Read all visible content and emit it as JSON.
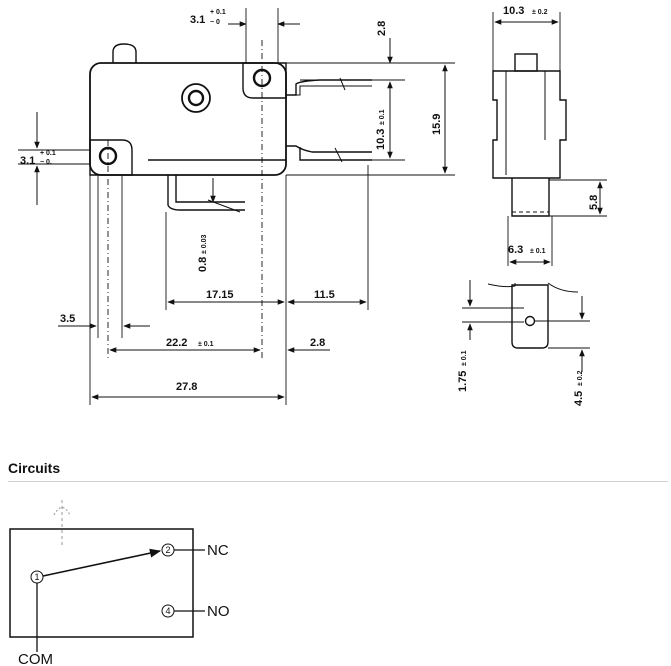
{
  "dimensions": {
    "top_hole_offset": "3.1",
    "top_hole_tol_plus": "+ 0.1",
    "top_hole_tol_minus": "− 0",
    "top_gap": "2.8",
    "body_height": "15.9",
    "terminal_pitch": "10.3",
    "terminal_pitch_tol": "± 0.1",
    "side_hole_offset": "3.1",
    "side_hole_tol_plus": "+ 0.1",
    "side_hole_tol_minus": "− 0.",
    "terminal_thickness": "0.8",
    "terminal_thickness_tol": "± 0.03",
    "span_a": "17.15",
    "span_b": "11.5",
    "left_offset": "3.5",
    "hole_pitch": "22.2",
    "hole_pitch_tol": "± 0.1",
    "right_offset": "2.8",
    "overall_length": "27.8",
    "side_width": "10.3",
    "side_width_tol": "± 0.2",
    "side_terminal_length": "5.8",
    "side_terminal_width": "6.3",
    "side_terminal_width_tol": "± 0.1",
    "terminal_hole_pos": "1.75",
    "terminal_hole_pos_tol": "± 0.1",
    "terminal_tip": "4.5",
    "terminal_tip_tol": "± 0.2"
  },
  "circuits": {
    "title": "Circuits",
    "pin_com": "1",
    "pin_nc": "2",
    "pin_no": "4",
    "label_nc": "NC",
    "label_no": "NO",
    "label_com": "COM"
  }
}
